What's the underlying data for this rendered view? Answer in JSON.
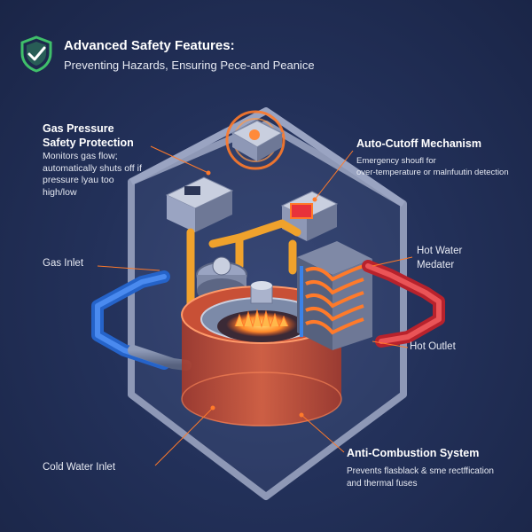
{
  "header": {
    "title": "Advanced Safety Features:",
    "subtitle": "Preventing Hazards, Ensuring Pece-and Peanice"
  },
  "callouts": {
    "gas_pressure": {
      "title_line1": "Gas Pressure",
      "title_line2": "Safety Protection",
      "desc_lines": [
        "Monitors gas flow;",
        "automatically shuts off if",
        "pressure lyau too",
        "high/low"
      ]
    },
    "auto_cutoff": {
      "title": "Auto-Cutoff Mechanism",
      "desc_lines": [
        "Emergency shoufl for",
        "over-temperature or malnfuutin detection"
      ]
    },
    "gas_inlet": "Gas Inlet",
    "hot_water": {
      "line1": "Hot Water",
      "line2": "Medater"
    },
    "hot_outlet": "Hot Outlet",
    "cold_water_inlet": "Cold Water Inlet",
    "anti_combustion": {
      "title": "Anti-Combustion System",
      "desc_lines": [
        "Prevents flasblack & sme rectffication",
        "and thermal fuses"
      ]
    }
  },
  "colors": {
    "background": "#23315a",
    "accent_orange": "#ff7a2a",
    "shield_green": "#3fbf6a",
    "cold_pipe": "#3b82e8",
    "hot_pipe": "#e2353f",
    "gas_pipe": "#f0a22c"
  },
  "icons": [
    "shield-check-icon"
  ]
}
